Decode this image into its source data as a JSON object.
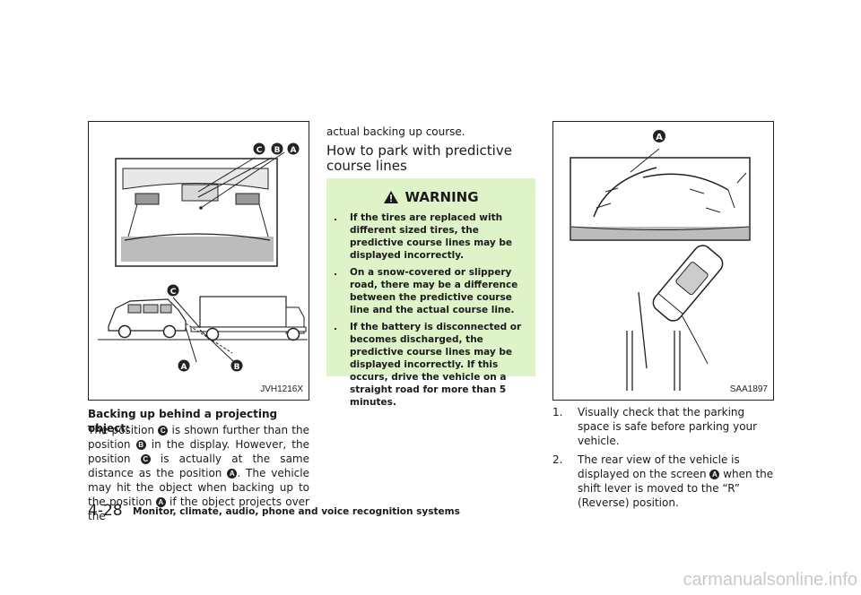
{
  "left_column": {
    "figure_code": "JVH1216X",
    "figure_labels": {
      "a": "A",
      "b": "B",
      "c": "C"
    },
    "heading": "Backing up behind a projecting object:",
    "para": {
      "t1": "The position ",
      "c1": "C",
      "t2": " is shown further than the position ",
      "b1": "B",
      "t3": " in the display. However, the position ",
      "c2": "C",
      "t4": " is actually at the same distance as the position ",
      "a1": "A",
      "t5": ". The vehicle may hit the object when backing up to the position ",
      "a2": "A",
      "t6": " if the object projects over the"
    }
  },
  "middle_column": {
    "continuation": "actual backing up course.",
    "section_title": "How to park with predictive course lines",
    "warning": {
      "title": "WARNING",
      "items": [
        "If the tires are replaced with different sized tires, the predictive course lines may be displayed incorrectly.",
        "On a snow-covered or slippery road, there may be a difference between the predictive course line and the actual course line.",
        "If the battery is disconnected or becomes discharged, the predictive course lines may be displayed incorrectly. If this occurs, drive the vehicle on a straight road for more than 5 minutes."
      ],
      "bullet": "."
    }
  },
  "right_column": {
    "figure_code": "SAA1897",
    "figure_label": "A",
    "steps": [
      {
        "num": "1.",
        "text": "Visually check that the parking space is safe before parking your vehicle."
      },
      {
        "num": "2.",
        "t1": "The rear view of the vehicle is displayed on the screen ",
        "mark": "A",
        "t2": " when the shift lever is moved to the “R” (Reverse) position."
      }
    ]
  },
  "footer": {
    "page_number": "4-28",
    "chapter": "Monitor, climate, audio, phone and voice recognition systems"
  },
  "watermark": "carmanualsonline.info"
}
